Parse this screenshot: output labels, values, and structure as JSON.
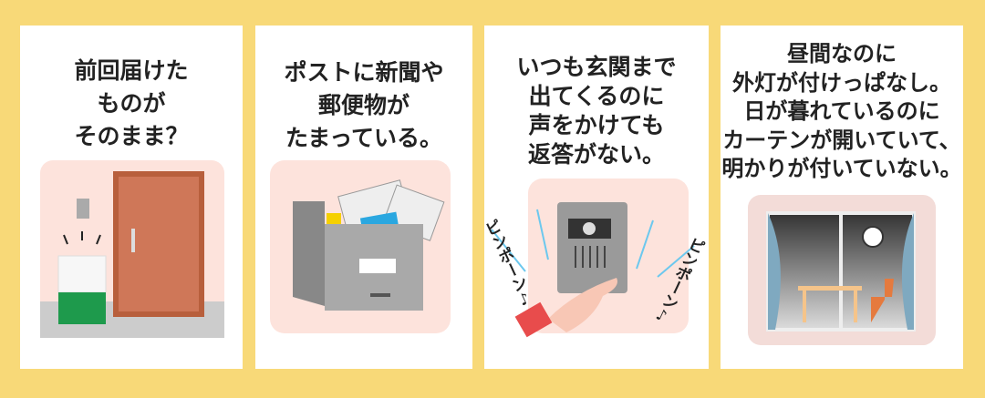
{
  "cards": [
    {
      "lines": [
        "前回届けた",
        "ものが",
        "そのまま？"
      ]
    },
    {
      "lines": [
        "ポストに新聞や",
        "郵便物が",
        "たまっている。"
      ]
    },
    {
      "lines": [
        "いつも玄関まで",
        "出てくるのに",
        "声をかけても",
        "返答がない。"
      ],
      "sound_left": "ピンポーン♪",
      "sound_right": "ピンポーン♪"
    },
    {
      "lines": [
        "昼間なのに",
        "外灯が付けっぱなし。",
        "日が暮れているのに",
        "カーテンが開いていて、",
        "明かりが付いていない。"
      ]
    }
  ],
  "colors": {
    "background": "#f8d978",
    "panel": "#fde3dc"
  }
}
